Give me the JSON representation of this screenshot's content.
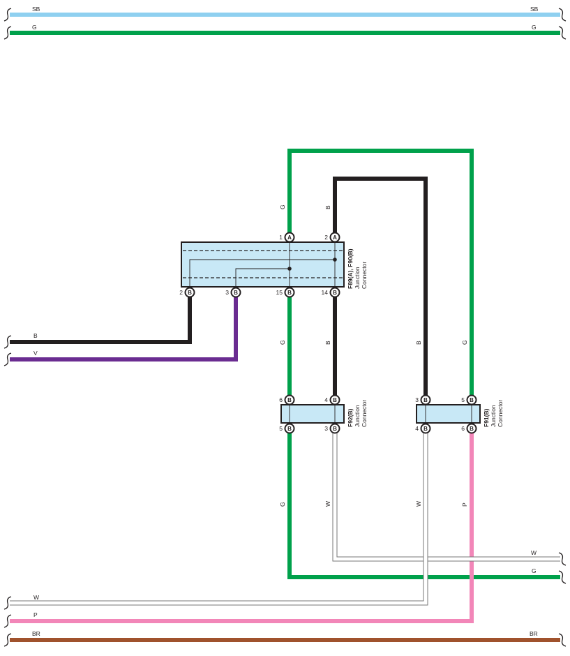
{
  "colors": {
    "SB": "#8fd0f0",
    "G": "#00a14b",
    "B": "#231f20",
    "V": "#6a2c91",
    "W": "#ffffff",
    "P": "#f286b8",
    "BR": "#a0522d",
    "connector_fill": "#c8e8f6"
  },
  "bus_labels": {
    "sb_left": "SB",
    "sb_right": "SB",
    "g_left": "G",
    "g_right": "G",
    "b_left": "B",
    "v_left": "V",
    "w_right": "W",
    "g_bottom_right": "G",
    "w_left": "W",
    "p_left": "P",
    "br_left": "BR",
    "br_right": "BR"
  },
  "wire_labels": {
    "g_top": "G",
    "b_top": "B",
    "g_mid": "G",
    "b_mid": "B",
    "b_right": "B",
    "g_right": "G",
    "g_low": "G",
    "w_low": "W",
    "w_right_low": "W",
    "p_low": "P"
  },
  "connectors": {
    "f89": {
      "name": "F89(A), F90(B)",
      "desc1": "Junction",
      "desc2": "Connector",
      "top_pins": [
        {
          "num": "1",
          "letter": "A"
        },
        {
          "num": "2",
          "letter": "A"
        }
      ],
      "bottom_pins": [
        {
          "num": "2",
          "letter": "B"
        },
        {
          "num": "3",
          "letter": "B"
        },
        {
          "num": "15",
          "letter": "B"
        },
        {
          "num": "14",
          "letter": "B"
        }
      ]
    },
    "f92": {
      "name": "F92(B)",
      "desc1": "Junction",
      "desc2": "Connector",
      "top_pins": [
        {
          "num": "6",
          "letter": "B"
        },
        {
          "num": "4",
          "letter": "B"
        }
      ],
      "bottom_pins": [
        {
          "num": "5",
          "letter": "B"
        },
        {
          "num": "3",
          "letter": "B"
        }
      ]
    },
    "f91": {
      "name": "F91(B)",
      "desc1": "Junction",
      "desc2": "Connector",
      "top_pins": [
        {
          "num": "3",
          "letter": "B"
        },
        {
          "num": "5",
          "letter": "B"
        }
      ],
      "bottom_pins": [
        {
          "num": "4",
          "letter": "B"
        },
        {
          "num": "6",
          "letter": "B"
        }
      ]
    }
  }
}
